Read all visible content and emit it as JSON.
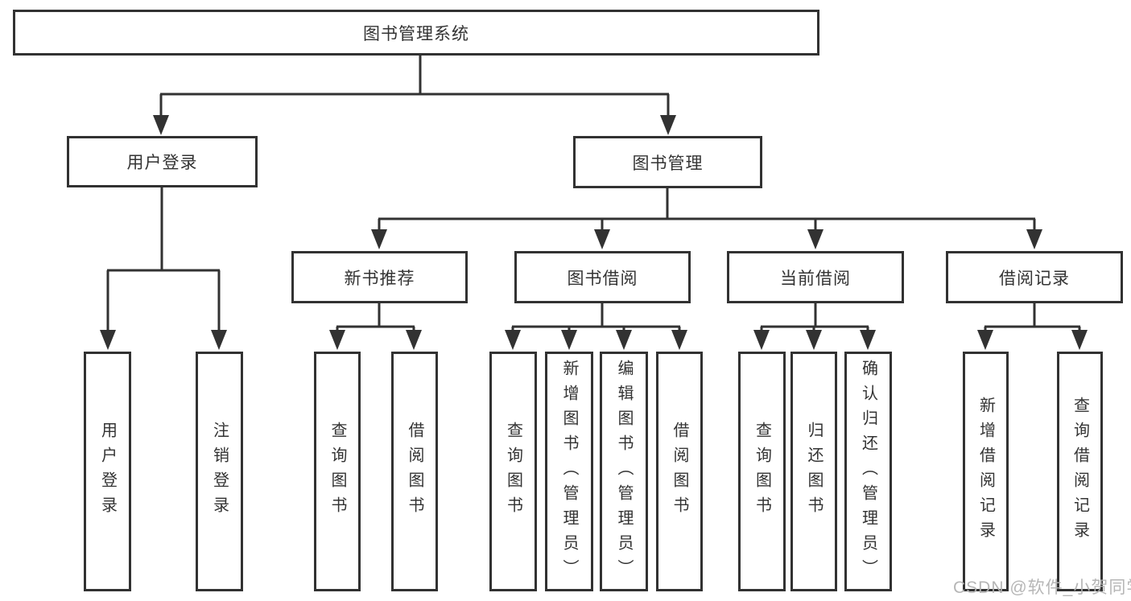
{
  "diagram": {
    "root": {
      "label": "图书管理系统"
    },
    "level2": [
      {
        "label": "用户登录"
      },
      {
        "label": "图书管理"
      }
    ],
    "level3": [
      {
        "label": "新书推荐"
      },
      {
        "label": "图书借阅"
      },
      {
        "label": "当前借阅"
      },
      {
        "label": "借阅记录"
      }
    ],
    "leaves": [
      {
        "label": "用户登录"
      },
      {
        "label": "注销登录"
      },
      {
        "label": "查询图书"
      },
      {
        "label": "借阅图书"
      },
      {
        "label": "查询图书"
      },
      {
        "label": "新增图书（管理员）"
      },
      {
        "label": "编辑图书（管理员）"
      },
      {
        "label": "借阅图书"
      },
      {
        "label": "查询图书"
      },
      {
        "label": "归还图书"
      },
      {
        "label": "确认归还（管理员）"
      },
      {
        "label": "新增借阅记录"
      },
      {
        "label": "查询借阅记录"
      }
    ]
  },
  "watermark": {
    "text": "CSDN @软件_小贺同学"
  },
  "colors": {
    "line": "#323232",
    "text": "#333333",
    "watermark": "#b2b2b2",
    "background": "#ffffff"
  }
}
